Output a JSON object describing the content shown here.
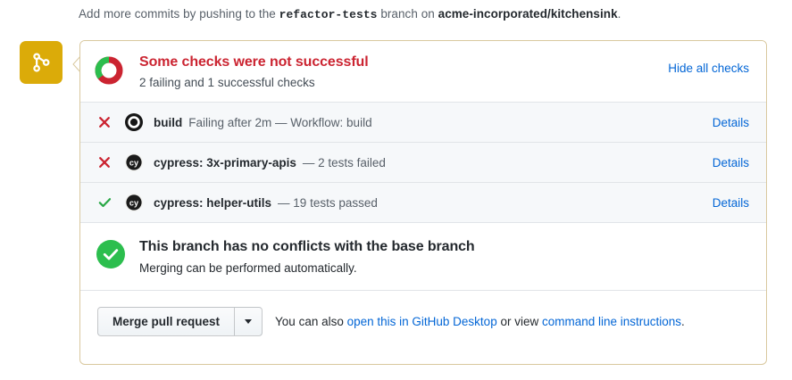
{
  "notice": {
    "prefix": "Add more commits by pushing to the ",
    "branch": "refactor-tests",
    "middle": " branch on ",
    "repo": "acme-incorporated/kitchensink",
    "suffix": "."
  },
  "timeline_badge": {
    "icon": "git-branch-icon",
    "color": "#dbab09"
  },
  "status": {
    "icon": "checks-donut-icon",
    "title": "Some checks were not successful",
    "title_color": "#cb2431",
    "subtitle": "2 failing and 1 successful checks",
    "hide_all_label": "Hide all checks"
  },
  "checks": [
    {
      "state": "failure",
      "state_icon": "x-icon",
      "state_color": "#cb2431",
      "avatar_icon": "circleci-icon",
      "name": "build",
      "description": "Failing after 2m — Workflow: build",
      "details_label": "Details"
    },
    {
      "state": "failure",
      "state_icon": "x-icon",
      "state_color": "#cb2431",
      "avatar_icon": "cypress-icon",
      "name": "cypress: 3x-primary-apis",
      "description": "— 2 tests failed",
      "details_label": "Details"
    },
    {
      "state": "success",
      "state_icon": "check-icon",
      "state_color": "#28a745",
      "avatar_icon": "cypress-icon",
      "name": "cypress: helper-utils",
      "description": "— 19 tests passed",
      "details_label": "Details"
    }
  ],
  "conflicts": {
    "icon": "check-circle-icon",
    "icon_color": "#2cbe4e",
    "title": "This branch has no conflicts with the base branch",
    "subtitle": "Merging can be performed automatically."
  },
  "merge": {
    "button_label": "Merge pull request",
    "dropdown_icon": "chevron-down-icon",
    "note_prefix": "You can also ",
    "desktop_link": "open this in GitHub Desktop",
    "note_middle": " or view ",
    "cli_link": "command line instructions",
    "note_suffix": "."
  }
}
